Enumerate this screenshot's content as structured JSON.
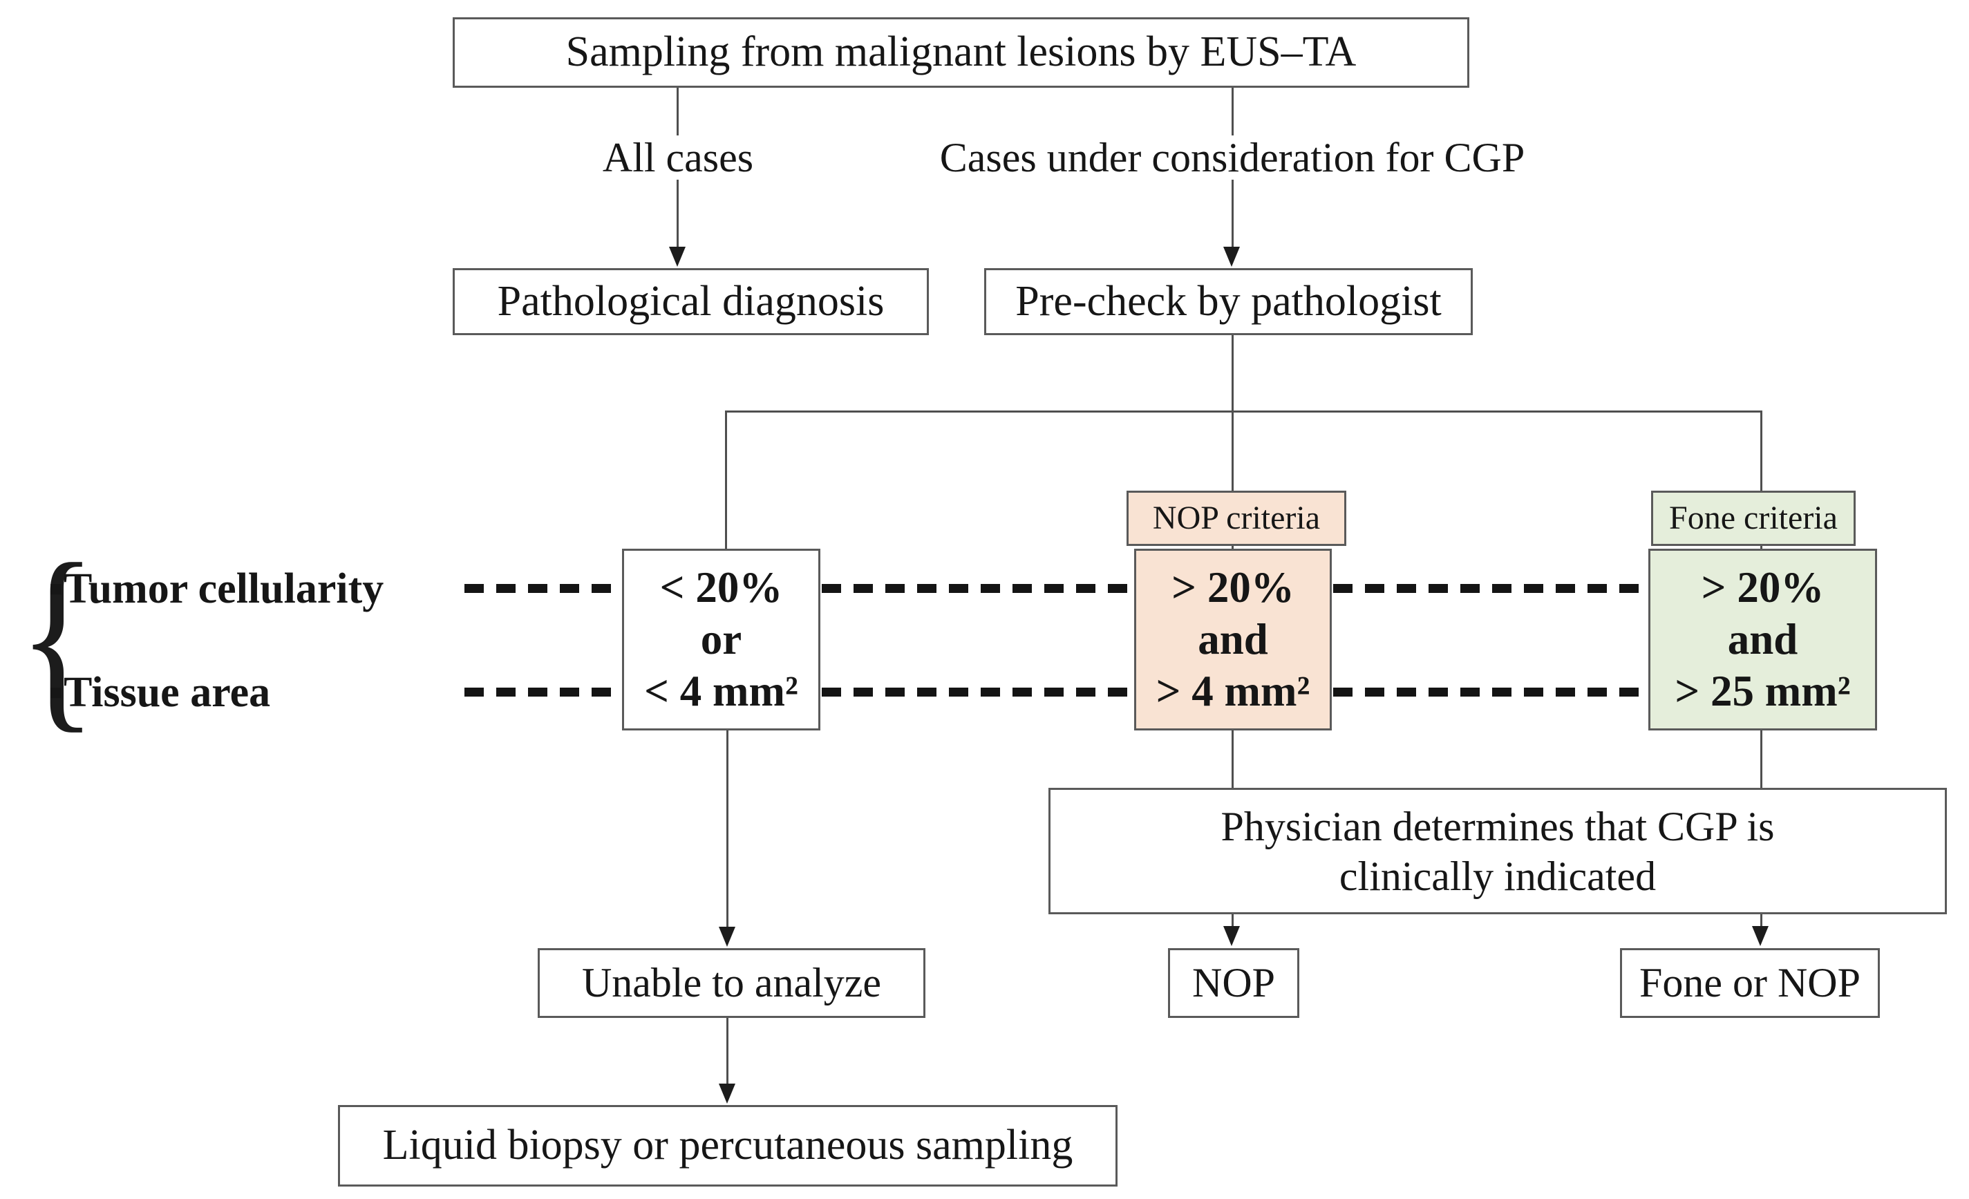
{
  "title": "EUS-TA sampling and CGP criteria flowchart",
  "colors": {
    "background": "#ffffff",
    "box_border": "#5a5a5a",
    "connector_line": "#4f4f4f",
    "dashed_line": "#141414",
    "text": "#161616",
    "nop_fill_peach": "#f9e3d3",
    "fone_fill_green": "#e5eedb"
  },
  "flow": {
    "top_box": "Sampling from malignant lesions by EUS–TA",
    "all_cases_label": "All cases",
    "cgp_cases_label": "Cases under consideration for CGP",
    "pathological_box": "Pathological diagnosis",
    "precheck_box": "Pre-check by pathologist",
    "nop_criteria_label": "NOP criteria",
    "fone_criteria_label": "Fone criteria",
    "fail_box": {
      "l1": "< 20%",
      "l2": "or",
      "l3": "< 4 mm²"
    },
    "nop_box": {
      "l1": "> 20%",
      "l2": "and",
      "l3": "> 4 mm²"
    },
    "fone_box": {
      "l1": "> 20%",
      "l2": "and",
      "l3": "> 25 mm²"
    },
    "criteria_legend": {
      "brace": "{",
      "row1": "▪Tumor cellularity",
      "row2": "▪Tissue area"
    },
    "physician_box": {
      "l1": "Physician determines that CGP is",
      "l2": "clinically indicated"
    },
    "unable_box": "Unable to analyze",
    "nop_outcome_box": "NOP",
    "fone_outcome_box": "Fone or NOP",
    "liquid_box": "Liquid biopsy or percutaneous sampling"
  }
}
